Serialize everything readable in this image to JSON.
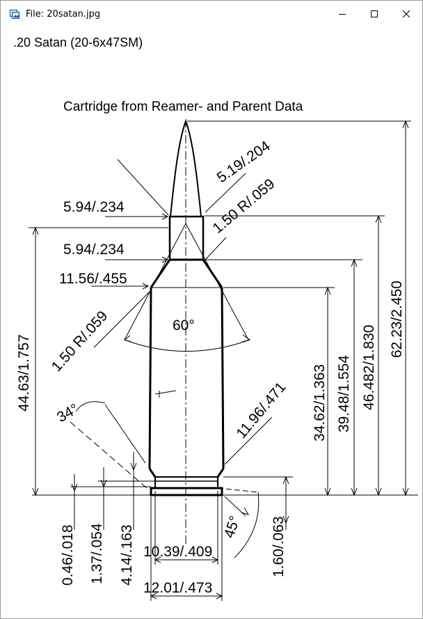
{
  "window": {
    "title": "File: 20satan.jpg",
    "icons": {
      "app": "image-viewer-icon",
      "minimize": "minimize-icon",
      "maximize": "maximize-icon",
      "close": "close-icon"
    }
  },
  "drawing": {
    "heading": ".20 Satan (20-6x47SM)",
    "subtitle": "Cartridge from Reamer- and Parent Data",
    "dims": {
      "tip_dia": "5.19/.204",
      "neck_dia_top": "5.94/.234",
      "throat_radius": "1.50 R/.059",
      "neck_dia_bottom": "5.94/.234",
      "shoulder_dia": "11.56/.455",
      "shoulder_radius": "1.50 R/.059",
      "shoulder_angle": "60°",
      "body_dia": "11.96/.471",
      "taper_angle": "34°",
      "len_to_neck": "44.63/1.757",
      "len_to_shoulder": "34.62/1.363",
      "len_to_neck_junction": "39.48/1.554",
      "case_length": "46.482/1.830",
      "overall_length": "62.23/2.450",
      "rim_thickness": "0.46/.018",
      "groove_start": "1.37/.054",
      "base_to_body": "4.14/.163",
      "bevel_angle": "45°",
      "rim_height": "1.60/.063",
      "groove_dia": "10.39/.409",
      "rim_dia": "12.01/.473"
    }
  }
}
